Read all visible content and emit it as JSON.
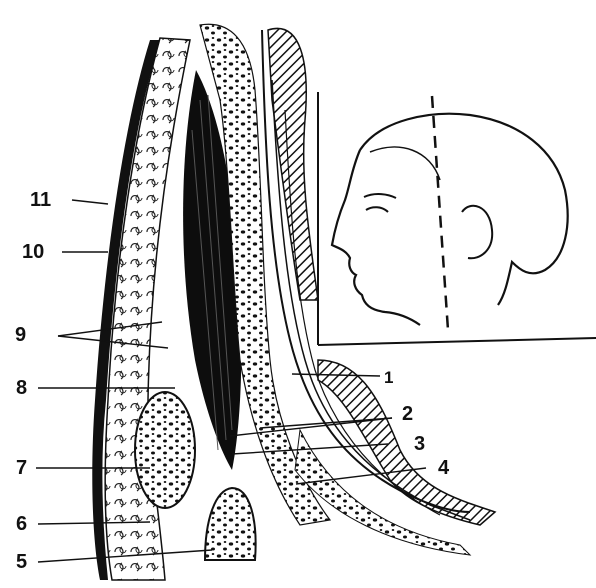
{
  "labels": {
    "l1": "1",
    "l2": "2",
    "l3": "3",
    "l4": "4",
    "l5": "5",
    "l6": "6",
    "l7": "7",
    "l8": "8",
    "l9": "9",
    "l10": "10",
    "l11": "11"
  },
  "colors": {
    "ink": "#111111",
    "paper": "#ffffff"
  }
}
